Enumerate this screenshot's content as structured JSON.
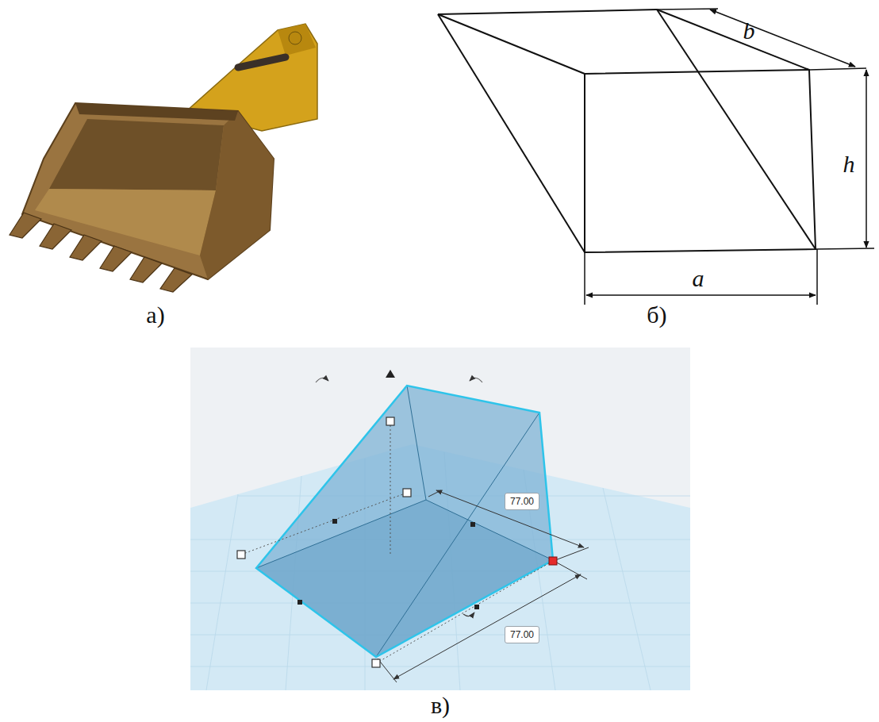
{
  "diagram": {
    "nodes": [
      {
        "text": [
          "77.00"
        ]
      },
      {
        "text": [
          "77.00"
        ]
      }
    ],
    "labels": [
      "b",
      "h",
      "a",
      "а)",
      "б)",
      "в)"
    ]
  }
}
